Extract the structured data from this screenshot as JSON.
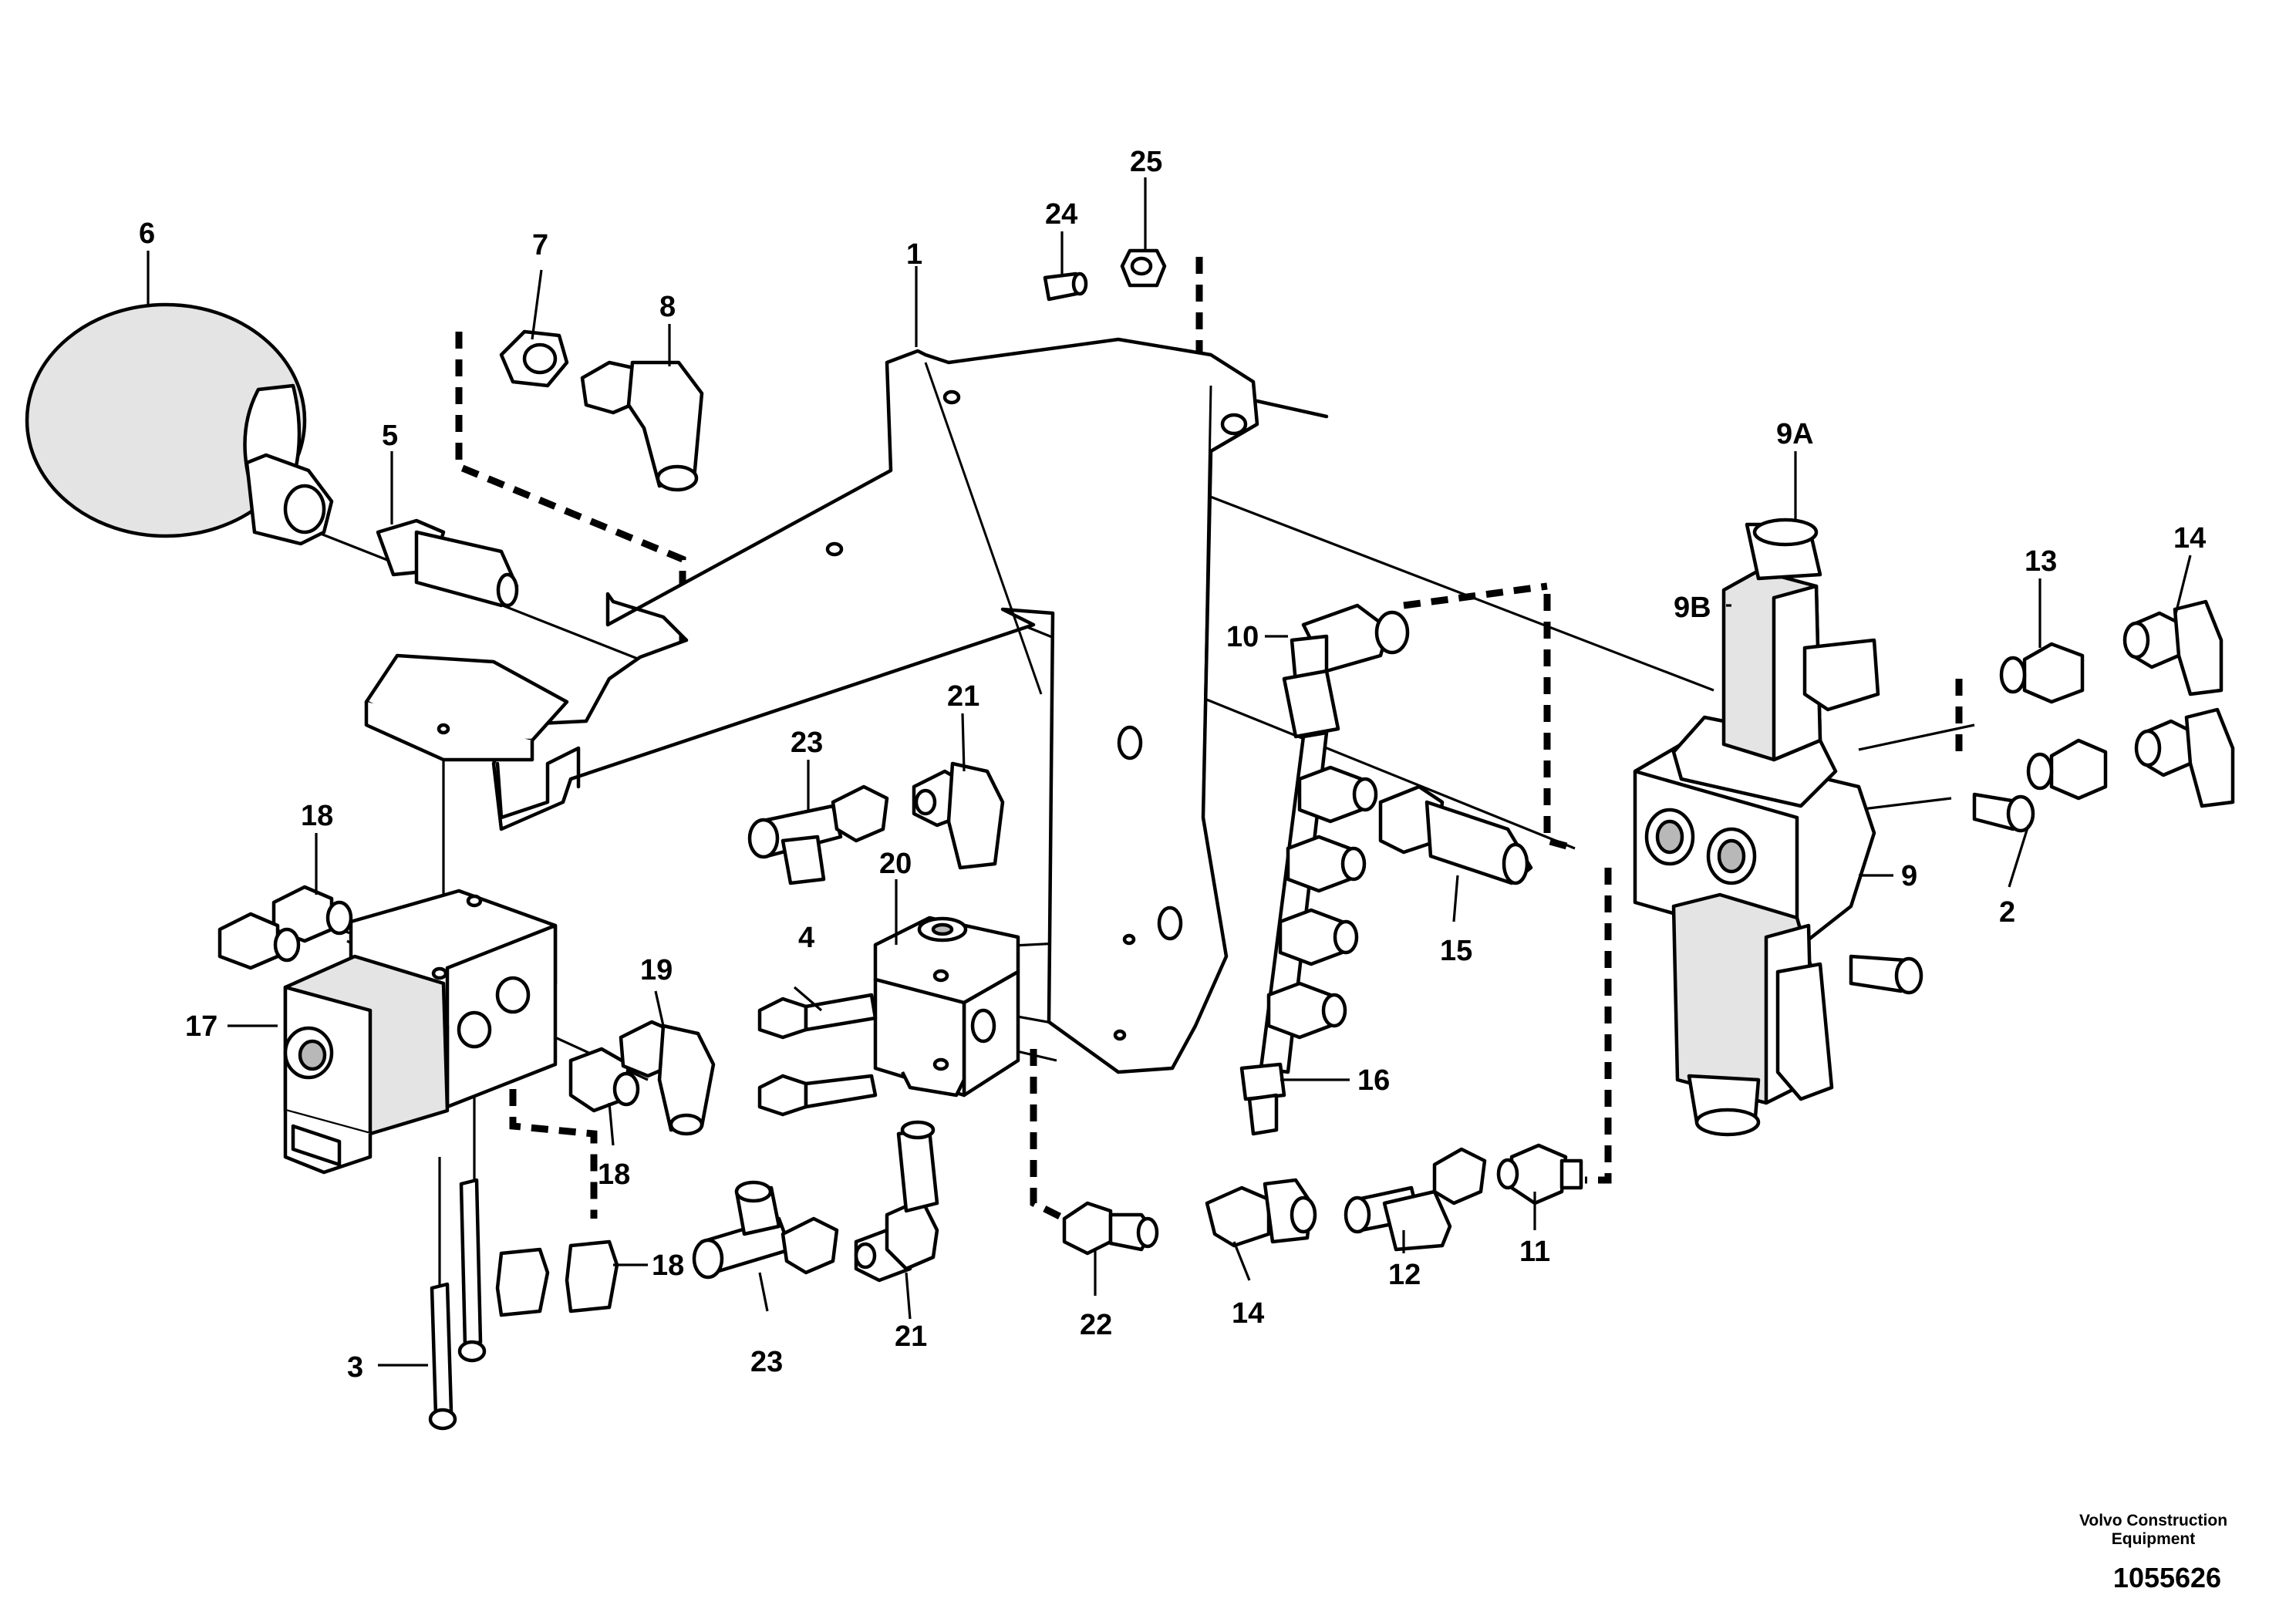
{
  "callouts": {
    "c1": "1",
    "c2": "2",
    "c3": "3",
    "c4": "4",
    "c5": "5",
    "c6": "6",
    "c7": "7",
    "c8": "8",
    "c9": "9",
    "c9a": "9A",
    "c9b": "9B",
    "c10": "10",
    "c11": "11",
    "c12": "12",
    "c13": "13",
    "c14a": "14",
    "c14b": "14",
    "c15": "15",
    "c16": "16",
    "c17": "17",
    "c18a": "18",
    "c18b": "18",
    "c18c": "18",
    "c19": "19",
    "c20": "20",
    "c21a": "21",
    "c21b": "21",
    "c22": "22",
    "c23a": "23",
    "c23b": "23",
    "c24": "24",
    "c25": "25"
  },
  "footer": {
    "brand_line1": "Volvo Construction",
    "brand_line2": "Equipment",
    "reference": "1055626"
  }
}
